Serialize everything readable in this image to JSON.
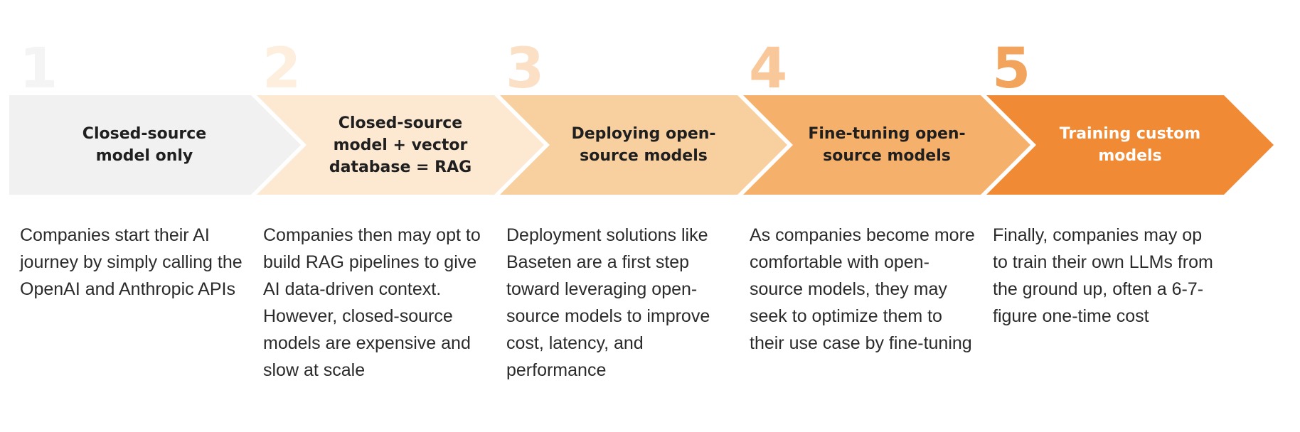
{
  "colors": {
    "text_dark": "#1f1f1f",
    "text_light": "#ffffff",
    "desc_text": "#2b2b2b"
  },
  "steps": [
    {
      "number": "1",
      "title_lines": [
        "Closed-source",
        "model only"
      ],
      "description": "Companies start their AI journey by simply calling the OpenAI and Anthropic APIs",
      "fill_color": "#f1f1f1",
      "number_color": "#f4f4f4",
      "title_color": "#1f1f1f"
    },
    {
      "number": "2",
      "title_lines": [
        "Closed-source",
        "model + vector",
        "database = RAG"
      ],
      "description": "Companies then may opt to build RAG pipelines to give AI data-driven context. However, closed-source models are expensive and slow at scale",
      "fill_color": "#fde8d2",
      "number_color": "#fdeedd",
      "title_color": "#1f1f1f"
    },
    {
      "number": "3",
      "title_lines": [
        "Deploying open-",
        "source models"
      ],
      "description": "Deployment solutions like Baseten are a first step toward leveraging open-source models to improve cost, latency, and performance",
      "fill_color": "#f8cf9f",
      "number_color": "#fbe0c5",
      "title_color": "#1f1f1f"
    },
    {
      "number": "4",
      "title_lines": [
        "Fine-tuning open-",
        "source models"
      ],
      "description": "As companies become more comfortable with open-source models, they may seek to optimize them to their use case by fine-tuning",
      "fill_color": "#f5b06b",
      "number_color": "#f8c79a",
      "title_color": "#1f1f1f"
    },
    {
      "number": "5",
      "title_lines": [
        "Training custom",
        "models"
      ],
      "description": "Finally, companies may op to train their own LLMs from the ground up, often a 6-7-figure one-time cost",
      "fill_color": "#f08a34",
      "number_color": "#f2a35c",
      "title_color": "#ffffff"
    }
  ]
}
